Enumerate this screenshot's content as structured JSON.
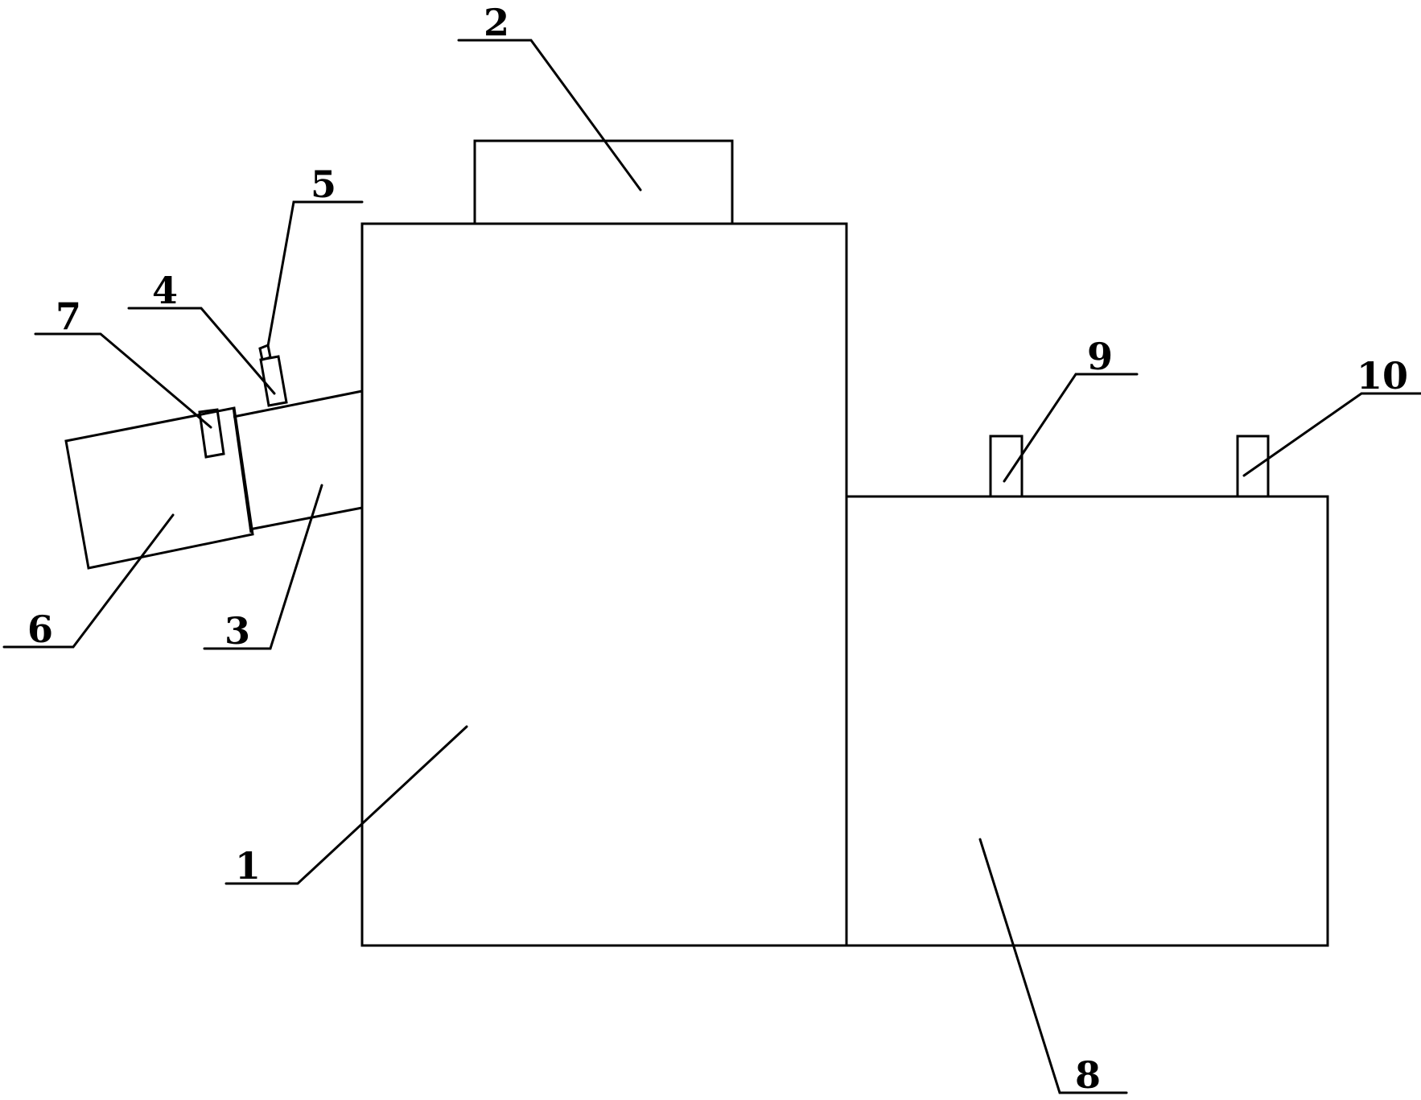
{
  "labels": {
    "main_body": "1",
    "top_box": "2",
    "feed_pipe": "3",
    "valve": "4",
    "nozzle": "5",
    "end_box": "6",
    "clamp": "7",
    "side_box": "8",
    "port_left": "9",
    "port_right": "10"
  }
}
